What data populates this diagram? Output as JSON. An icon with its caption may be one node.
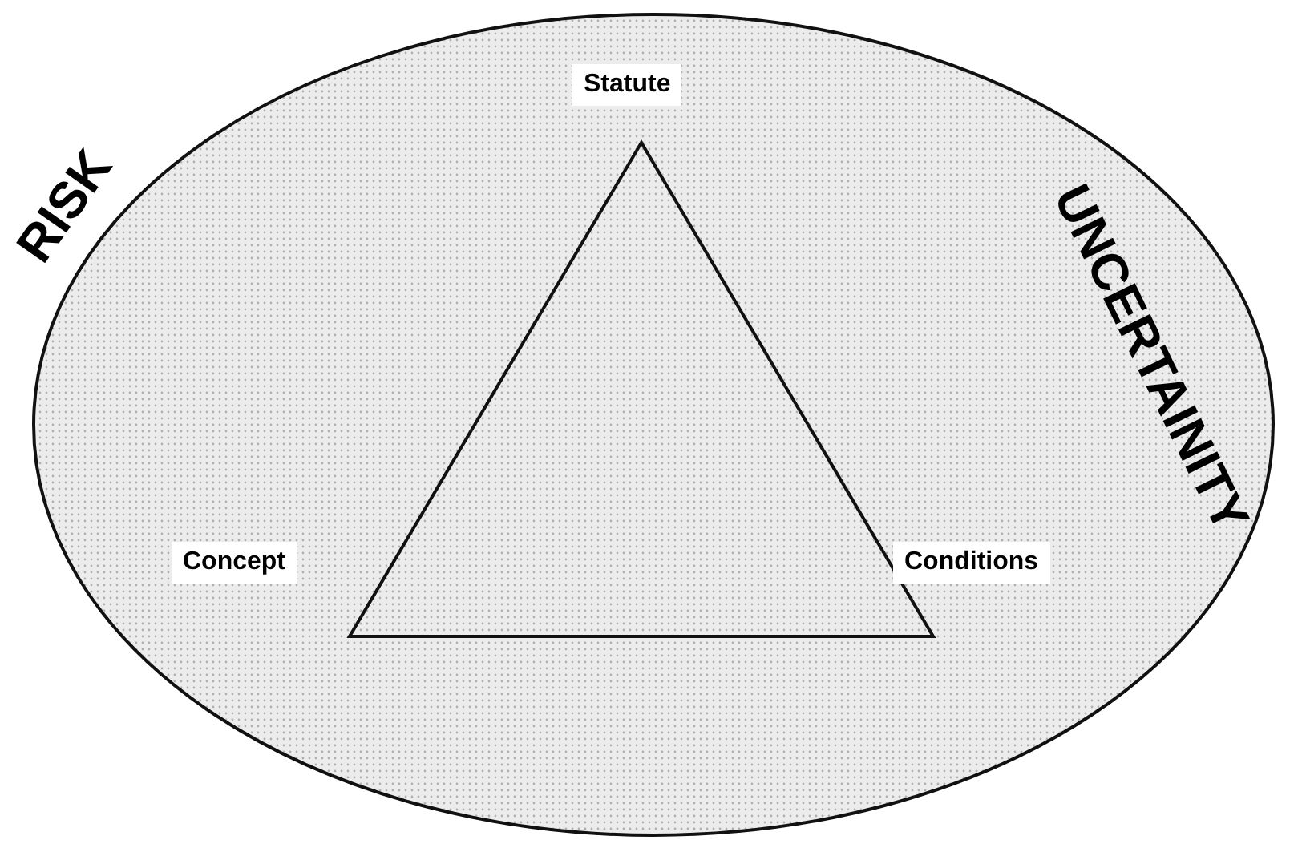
{
  "diagram": {
    "nodes": [
      {
        "text": [
          "RISK",
          "UNCERTAINITY"
        ]
      },
      {
        "text": [],
        "shape": "triangle",
        "in": 0,
        "beside": [
          "Statute",
          "Concept",
          "Conditions"
        ]
      }
    ]
  }
}
